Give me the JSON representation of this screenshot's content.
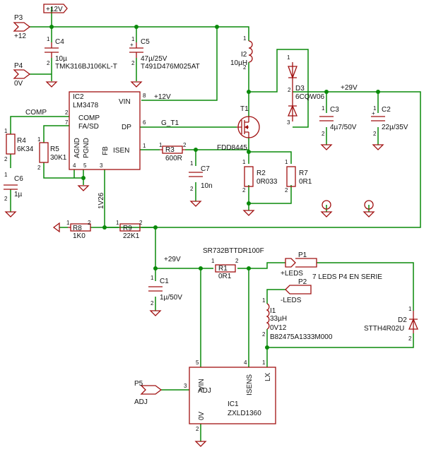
{
  "ports": {
    "plus12_top": "+12V",
    "p3_ref": "P3",
    "p3_val": "+12",
    "p4_ref": "P4",
    "p4_val": "0V",
    "p1_ref": "P1",
    "p1_val": "+LEDS",
    "p2_ref": "P2",
    "p2_val": "-LEDS",
    "p5_ref": "P5",
    "p5_val": "ADJ"
  },
  "caps": {
    "c4_ref": "C4",
    "c4_val": "10µ",
    "c4_part": "TMK316BJ106KL-T",
    "c5_ref": "C5",
    "c5_val": "47µ/25V",
    "c5_part": "T491D476M025AT",
    "c6_ref": "C6",
    "c6_val": "1µ",
    "c7_ref": "C7",
    "c7_val": "10n",
    "c3_ref": "C3",
    "c3_val": "4µ7/50V",
    "c2_ref": "C2",
    "c2_val": "22µ/35V",
    "c1_ref": "C1",
    "c1_val": "1µ/50V"
  },
  "ic2": {
    "ref": "IC2",
    "name": "LM3478",
    "comp": "COMP",
    "fasd": "FA/SD",
    "agnd": "AGND",
    "pgnd": "PGND",
    "fb": "FB",
    "vin": "VIN",
    "dp": "DP",
    "isen": "ISEN"
  },
  "ic1": {
    "ref": "IC1",
    "name": "ZXLD1360",
    "vin": "VIN",
    "adj": "ADJ",
    "isens": "ISENS",
    "lx": "LX",
    "zero_v": "0V"
  },
  "res": {
    "r4_ref": "R4",
    "r4_val": "6K34",
    "r5_ref": "R5",
    "r5_val": "30K1",
    "r3_ref": "R3",
    "r3_val": "600R",
    "r2_ref": "R2",
    "r2_val": "0R033",
    "r7_ref": "R7",
    "r7_val": "0R1",
    "r8_ref": "R8",
    "r8_val": "1K0",
    "r9_ref": "R9",
    "r9_val": "22K1",
    "r1_ref": "R1",
    "r1_val": "0R1",
    "r1_part": "SR732BTTDR100F"
  },
  "inductors": {
    "l2_ref": "I2",
    "l2_val": "10µH",
    "l1_ref": "I1",
    "l1_val": "33µH",
    "l1_sub": "0V12",
    "l1_part": "B82475A1333M000"
  },
  "semis": {
    "t1_ref": "T1",
    "t1_part": "FDD8445",
    "d3_ref": "D3",
    "d3_part": "6CQW06",
    "d2_ref": "D2",
    "d2_part": "STTH4R02U"
  },
  "nets": {
    "plus12": "+12V",
    "comp": "COMP",
    "g_t1": "G_T1",
    "plus29_a": "+29V",
    "plus29_b": "+29V",
    "v126": "1V26"
  },
  "notes": {
    "led_series": "7 LEDS P4 EN SERIE"
  },
  "pins": {
    "p1": "1",
    "p2": "2",
    "p3": "3",
    "p4": "4",
    "p5": "5",
    "p6": "6",
    "p7": "7",
    "p8": "8",
    "plus": "+"
  }
}
